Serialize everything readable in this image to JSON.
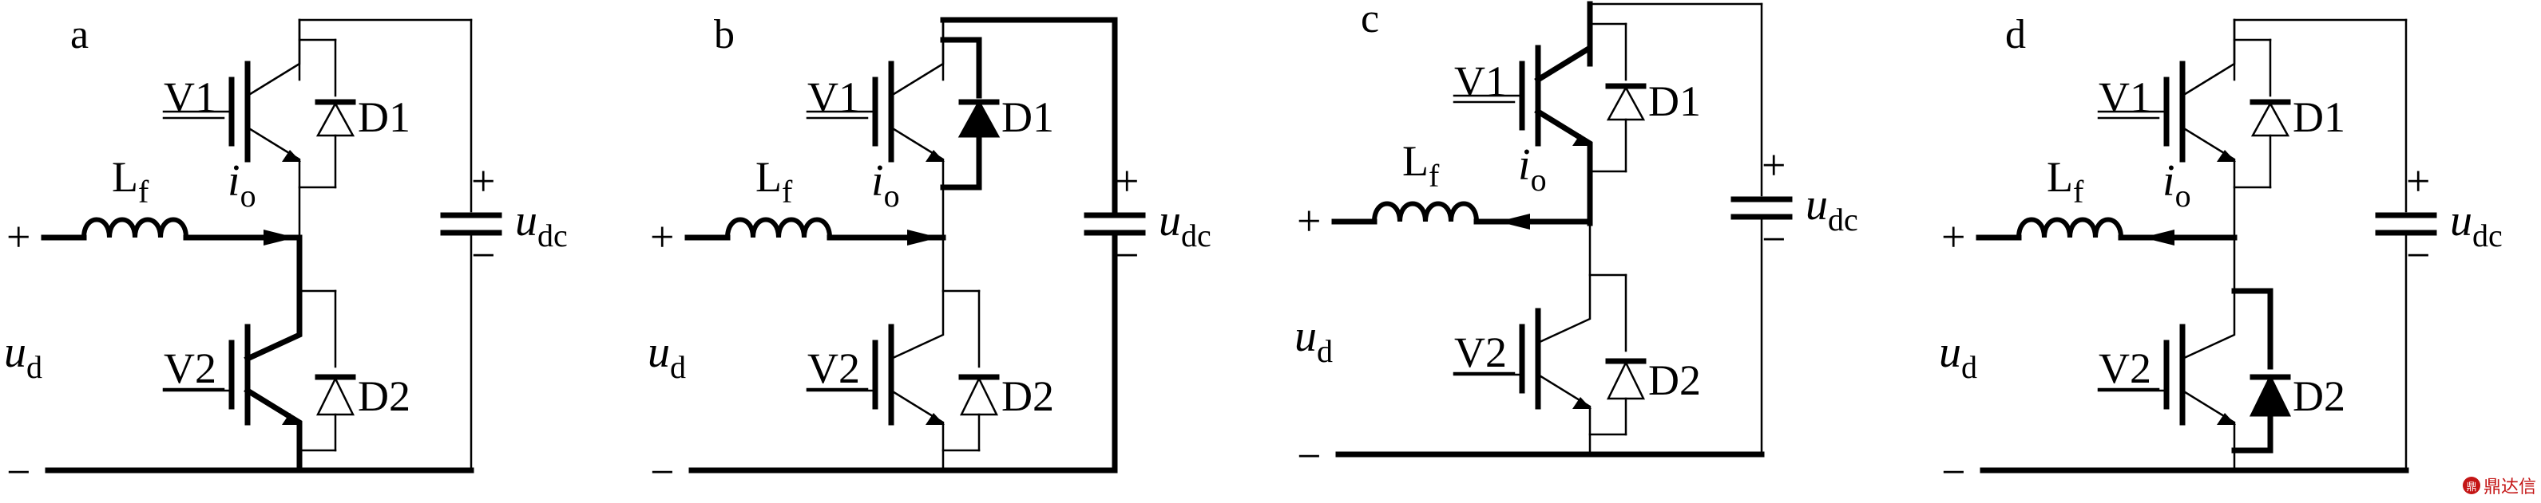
{
  "panels": [
    {
      "letter": "a",
      "labels": {
        "v1": "V1",
        "v2": "V2",
        "d1": "D1",
        "d2": "D2",
        "lf": "L",
        "lf_sub": "f",
        "io": "i",
        "io_sub": "o",
        "udc": "u",
        "udc_sub": "dc",
        "ud": "u",
        "ud_sub": "d",
        "plus_left": "+",
        "minus_left": "−",
        "cap_plus": "+",
        "cap_minus": "−"
      },
      "current_direction": "into-midpoint",
      "conducting": [
        "V2"
      ]
    },
    {
      "letter": "b",
      "labels": {
        "v1": "V1",
        "v2": "V2",
        "d1": "D1",
        "d2": "D2",
        "lf": "L",
        "lf_sub": "f",
        "io": "i",
        "io_sub": "o",
        "udc": "u",
        "udc_sub": "dc",
        "ud": "u",
        "ud_sub": "d",
        "plus_left": "+",
        "minus_left": "−",
        "cap_plus": "+",
        "cap_minus": "−"
      },
      "current_direction": "into-midpoint",
      "conducting": [
        "D1"
      ]
    },
    {
      "letter": "c",
      "labels": {
        "v1": "V1",
        "v2": "V2",
        "d1": "D1",
        "d2": "D2",
        "lf": "L",
        "lf_sub": "f",
        "io": "i",
        "io_sub": "o",
        "udc": "u",
        "udc_sub": "dc",
        "ud": "u",
        "ud_sub": "d",
        "plus_left": "+",
        "minus_left": "−",
        "cap_plus": "+",
        "cap_minus": "−"
      },
      "current_direction": "out-of-midpoint",
      "conducting": [
        "V1"
      ]
    },
    {
      "letter": "d",
      "labels": {
        "v1": "V1",
        "v2": "V2",
        "d1": "D1",
        "d2": "D2",
        "lf": "L",
        "lf_sub": "f",
        "io": "i",
        "io_sub": "o",
        "udc": "u",
        "udc_sub": "dc",
        "ud": "u",
        "ud_sub": "d",
        "plus_left": "+",
        "minus_left": "−",
        "cap_plus": "+",
        "cap_minus": "−"
      },
      "current_direction": "out-of-midpoint",
      "conducting": [
        "D2"
      ]
    }
  ],
  "watermark": {
    "seal": "鼎",
    "text": "鼎达信"
  }
}
